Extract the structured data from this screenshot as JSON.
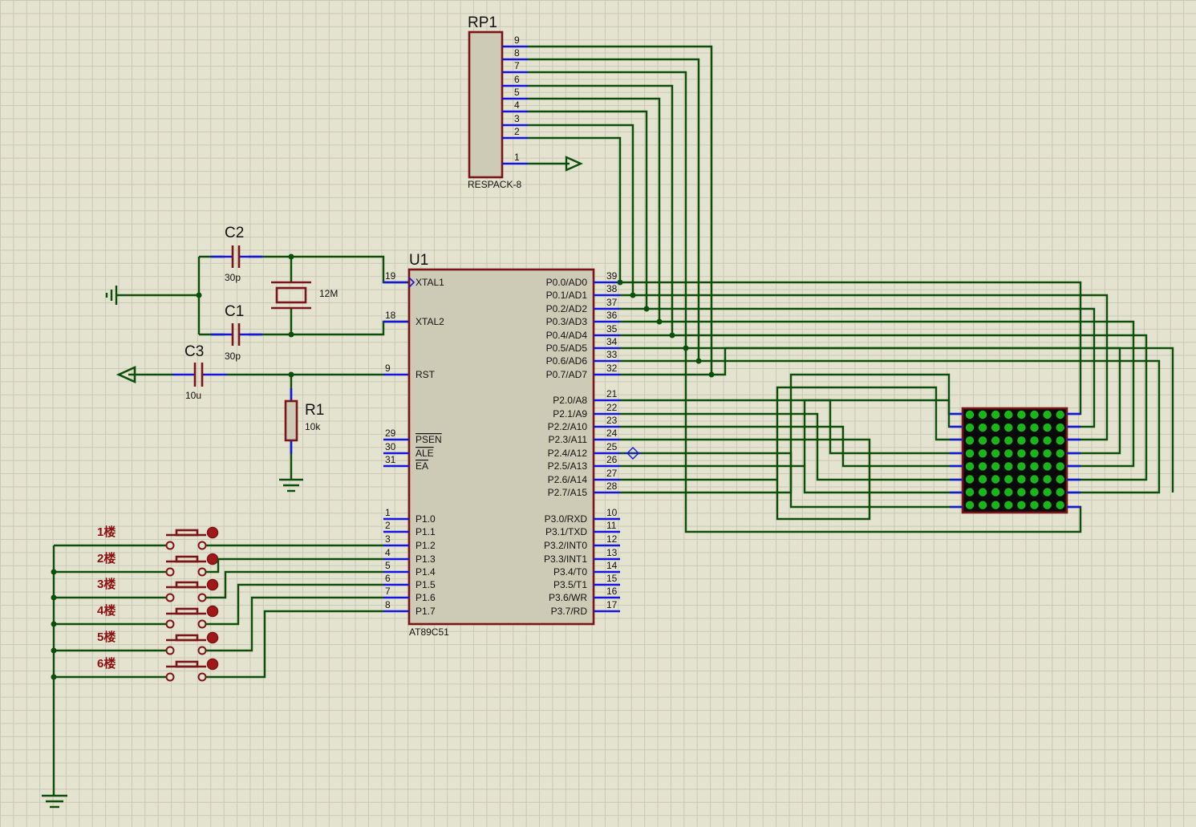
{
  "components": {
    "u1": {
      "ref": "U1",
      "value": "AT89C51"
    },
    "rp1": {
      "ref": "RP1",
      "value": "RESPACK-8"
    },
    "c1": {
      "ref": "C1",
      "value": "30p"
    },
    "c2": {
      "ref": "C2",
      "value": "30p"
    },
    "c3": {
      "ref": "C3",
      "value": "10u"
    },
    "r1": {
      "ref": "R1",
      "value": "10k"
    },
    "x1": {
      "value": "12M"
    }
  },
  "u1_left_pins": [
    {
      "num": "19",
      "name": "XTAL1"
    },
    {
      "num": "18",
      "name": "XTAL2"
    },
    {
      "num": "9",
      "name": "RST"
    },
    {
      "num": "29",
      "name": "PSEN"
    },
    {
      "num": "30",
      "name": "ALE"
    },
    {
      "num": "31",
      "name": "EA"
    },
    {
      "num": "1",
      "name": "P1.0"
    },
    {
      "num": "2",
      "name": "P1.1"
    },
    {
      "num": "3",
      "name": "P1.2"
    },
    {
      "num": "4",
      "name": "P1.3"
    },
    {
      "num": "5",
      "name": "P1.4"
    },
    {
      "num": "6",
      "name": "P1.5"
    },
    {
      "num": "7",
      "name": "P1.6"
    },
    {
      "num": "8",
      "name": "P1.7"
    }
  ],
  "u1_right_pins": [
    {
      "num": "39",
      "name": "P0.0/AD0"
    },
    {
      "num": "38",
      "name": "P0.1/AD1"
    },
    {
      "num": "37",
      "name": "P0.2/AD2"
    },
    {
      "num": "36",
      "name": "P0.3/AD3"
    },
    {
      "num": "35",
      "name": "P0.4/AD4"
    },
    {
      "num": "34",
      "name": "P0.5/AD5"
    },
    {
      "num": "33",
      "name": "P0.6/AD6"
    },
    {
      "num": "32",
      "name": "P0.7/AD7"
    },
    {
      "num": "21",
      "name": "P2.0/A8"
    },
    {
      "num": "22",
      "name": "P2.1/A9"
    },
    {
      "num": "23",
      "name": "P2.2/A10"
    },
    {
      "num": "24",
      "name": "P2.3/A11"
    },
    {
      "num": "25",
      "name": "P2.4/A12"
    },
    {
      "num": "26",
      "name": "P2.5/A13"
    },
    {
      "num": "27",
      "name": "P2.6/A14"
    },
    {
      "num": "28",
      "name": "P2.7/A15"
    },
    {
      "num": "10",
      "name": "P3.0/RXD"
    },
    {
      "num": "11",
      "name": "P3.1/TXD"
    },
    {
      "num": "12",
      "name": "P3.2/INT0"
    },
    {
      "num": "13",
      "name": "P3.3/INT1"
    },
    {
      "num": "14",
      "name": "P3.4/T0"
    },
    {
      "num": "15",
      "name": "P3.5/T1"
    },
    {
      "num": "16",
      "name": "P3.6/WR"
    },
    {
      "num": "17",
      "name": "P3.7/RD"
    }
  ],
  "rp1_pins": [
    "9",
    "8",
    "7",
    "6",
    "5",
    "4",
    "3",
    "2",
    "1"
  ],
  "buttons": [
    "1楼",
    "2楼",
    "3楼",
    "4楼",
    "5楼",
    "6楼"
  ],
  "led_matrix": {
    "rows": 8,
    "cols": 8
  }
}
